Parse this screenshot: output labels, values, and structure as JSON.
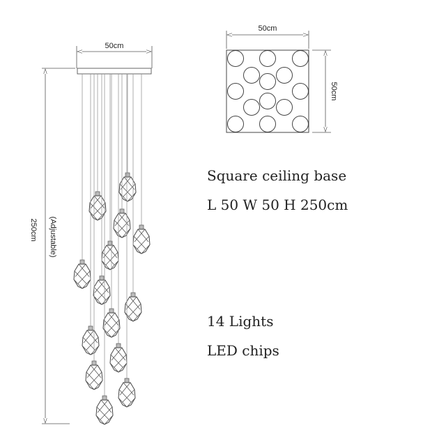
{
  "diagram": {
    "front_view": {
      "width_label": "50cm",
      "height_label": "250cm",
      "height_note": "(Adjustable)",
      "pendant_count": 14
    },
    "top_view": {
      "width_label": "50cm",
      "depth_label": "50cm",
      "hole_count": 14
    }
  },
  "specs": {
    "base_type": "Square ceiling base",
    "dimensions": "L 50 W 50 H 250cm",
    "light_count": "14 Lights",
    "light_source": "LED chips"
  },
  "colors": {
    "line": "#444444",
    "text": "#222222"
  }
}
